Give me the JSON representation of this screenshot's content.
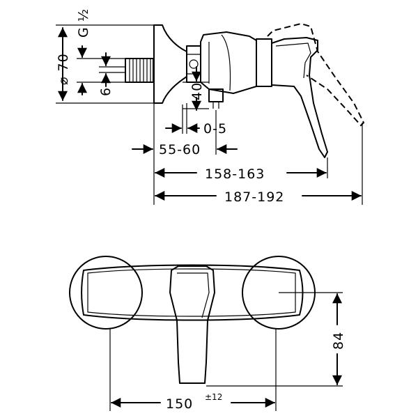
{
  "drawing_type": "technical dimension drawing",
  "side_view": {
    "label_diameter": "⌀ 70",
    "label_thread": "G ½",
    "label_6": "6",
    "label_40": "40",
    "label_0_5": "0-5",
    "label_55_60": "55-60",
    "label_158_163": "158-163",
    "label_187_192": "187-192"
  },
  "front_view": {
    "label_84": "84",
    "label_150": "150",
    "label_tolerance": "±12"
  }
}
